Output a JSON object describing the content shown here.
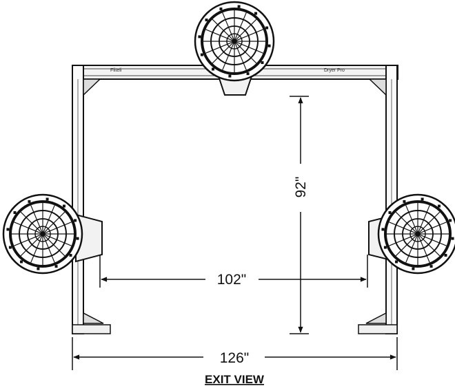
{
  "diagram": {
    "title": "EXIT VIEW",
    "dimensions": {
      "height": "92\"",
      "inner_width": "102\"",
      "outer_width": "126\""
    },
    "beam_labels": {
      "left": "Fliteli",
      "right": "Dryer Pro"
    },
    "blowers": [
      {
        "name": "top-blower"
      },
      {
        "name": "left-blower"
      },
      {
        "name": "right-blower"
      }
    ]
  }
}
